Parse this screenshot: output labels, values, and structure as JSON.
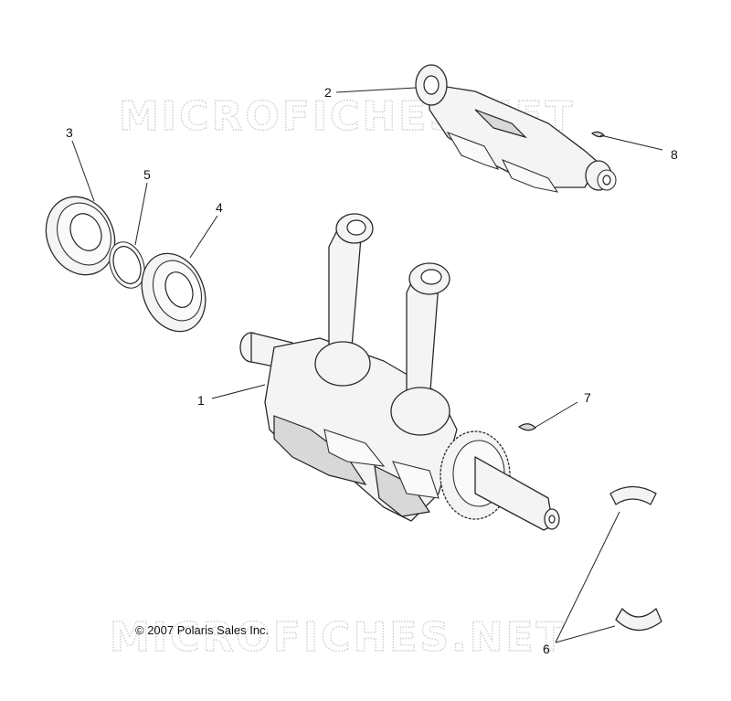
{
  "watermark_text": "MICROFICHES.NET",
  "copyright": "© 2007 Polaris Sales Inc.",
  "callouts": {
    "c1": "1",
    "c2": "2",
    "c3": "3",
    "c4": "4",
    "c5": "5",
    "c6": "6",
    "c7": "7",
    "c8": "8"
  }
}
